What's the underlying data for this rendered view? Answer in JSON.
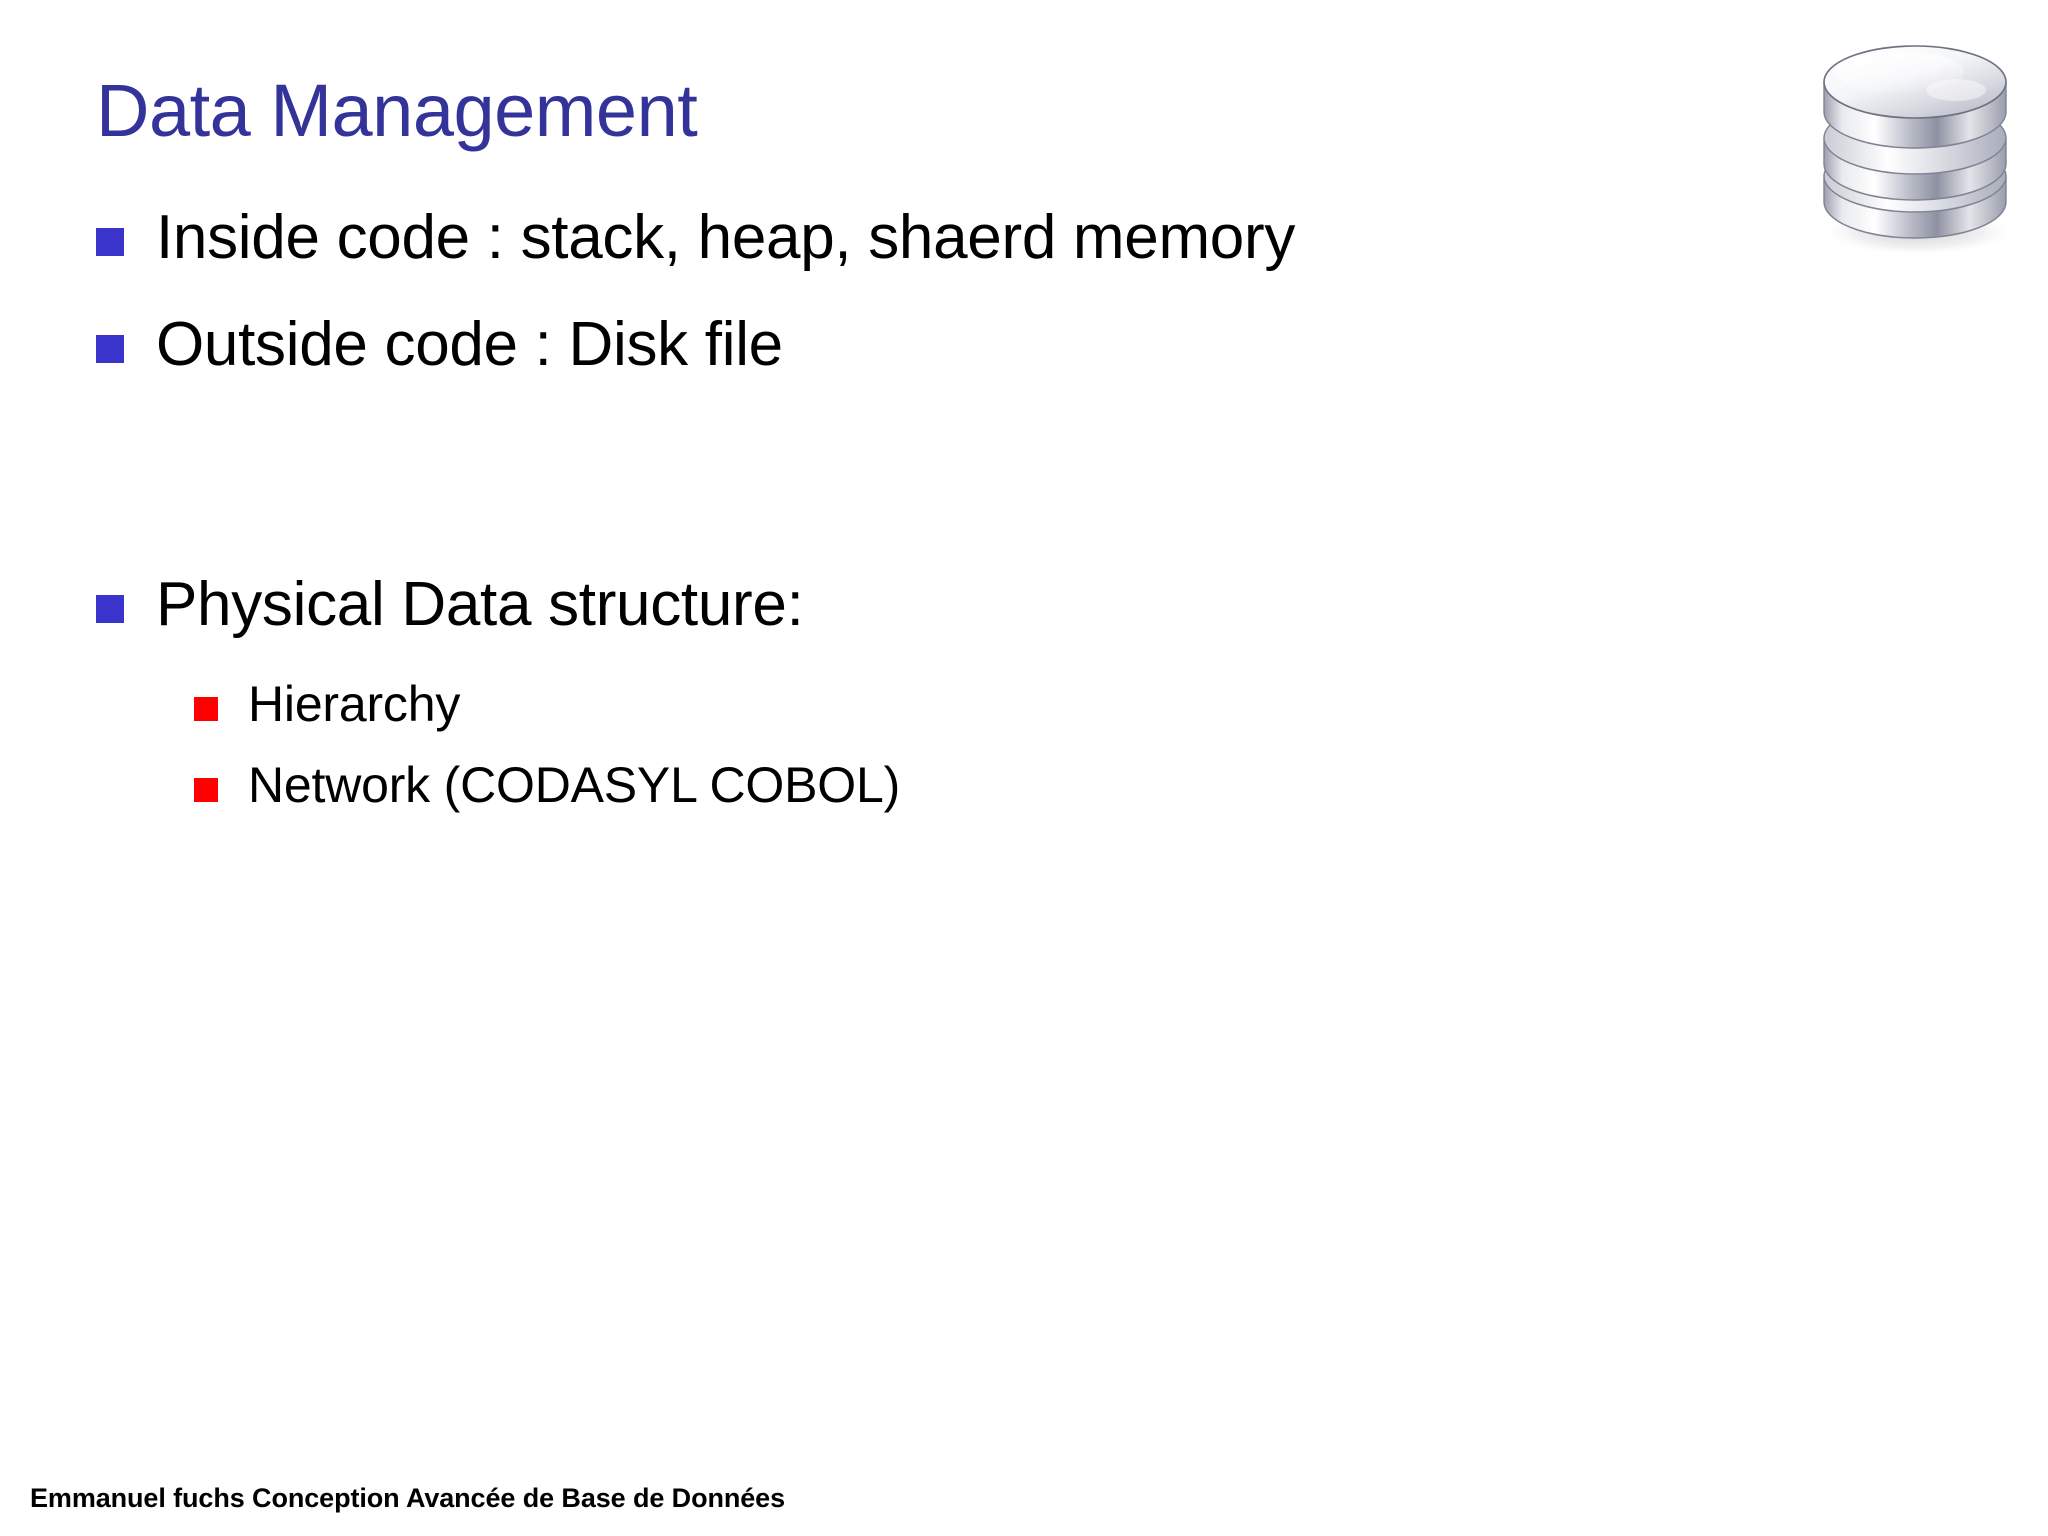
{
  "slide": {
    "title": "Data Management",
    "title_color": "#333399",
    "background_color": "#ffffff",
    "bullet_marker_color": "#3A33CC",
    "sub_bullet_marker_color": "#FF0000",
    "body_text_color": "#000000"
  },
  "icon": {
    "name": "database-icon",
    "description": "silver three-layer database cylinder"
  },
  "content": {
    "bullets": [
      {
        "text": "Inside code : stack, heap, shaerd memory"
      },
      {
        "text": "Outside code : Disk file"
      },
      {
        "text": "Physical Data structure:",
        "sub_bullets": [
          {
            "text": "Hierarchy"
          },
          {
            "text": "Network (CODASYL COBOL)"
          }
        ]
      }
    ]
  },
  "footer": {
    "text": "Emmanuel fuchs Conception Avancée de Base de Données"
  }
}
